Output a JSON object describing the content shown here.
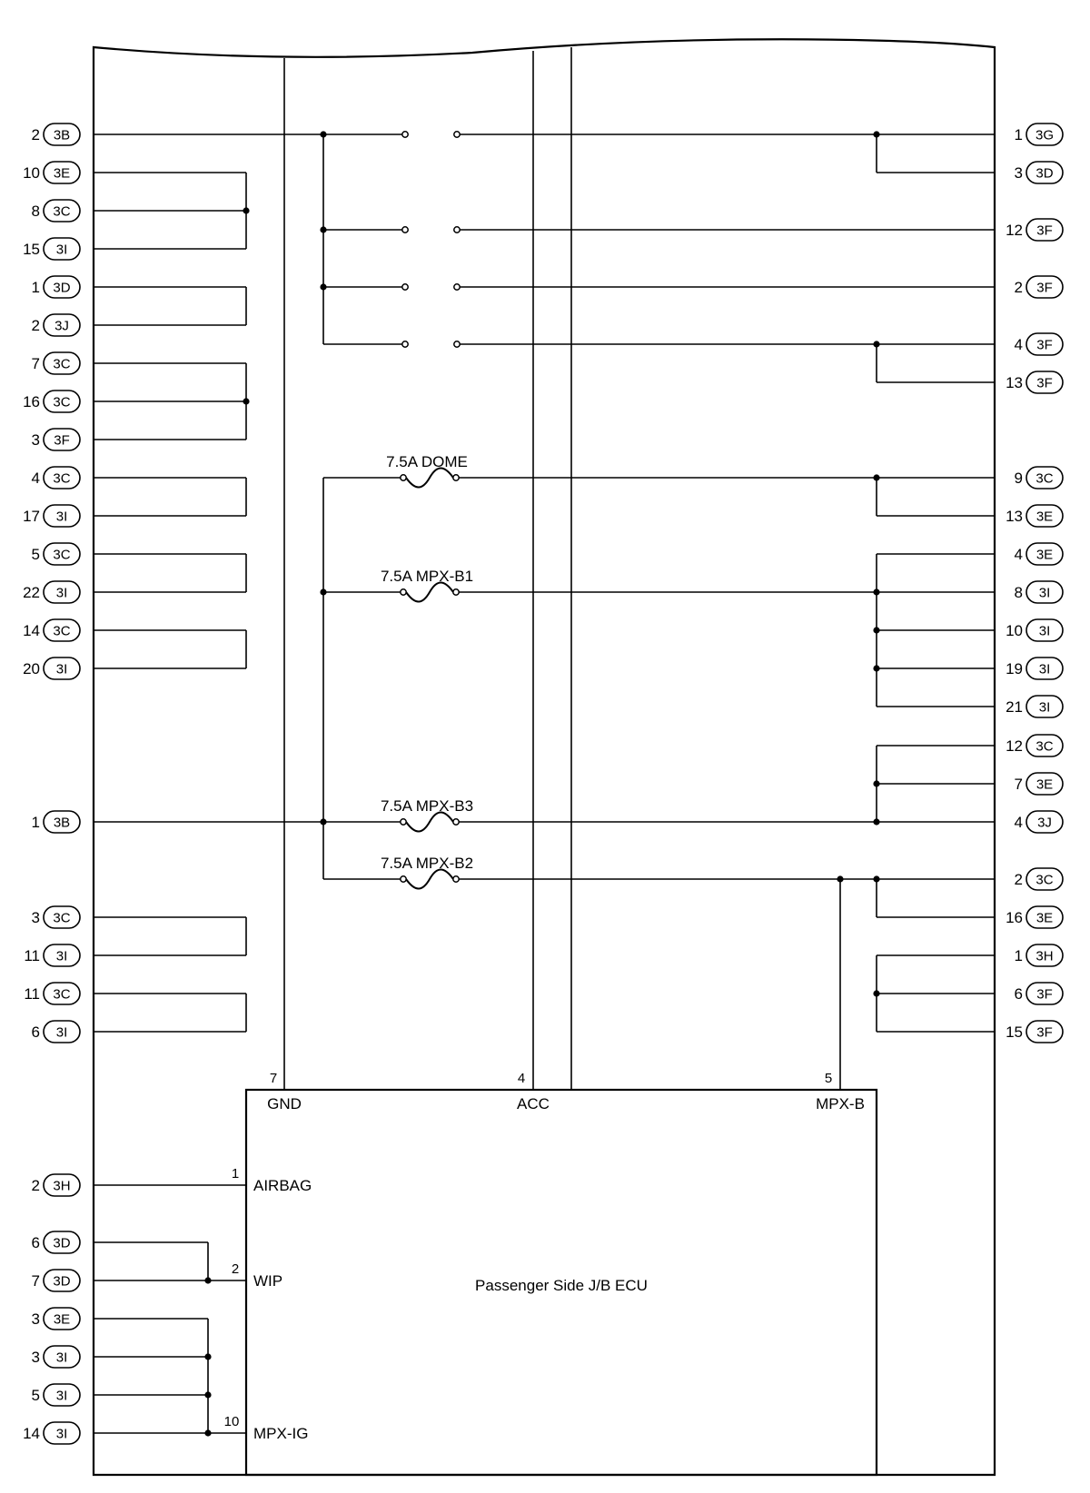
{
  "left_connectors": [
    {
      "num": "2",
      "code": "3B"
    },
    {
      "num": "10",
      "code": "3E"
    },
    {
      "num": "8",
      "code": "3C"
    },
    {
      "num": "15",
      "code": "3I"
    },
    {
      "num": "1",
      "code": "3D"
    },
    {
      "num": "2",
      "code": "3J"
    },
    {
      "num": "7",
      "code": "3C"
    },
    {
      "num": "16",
      "code": "3C"
    },
    {
      "num": "3",
      "code": "3F"
    },
    {
      "num": "4",
      "code": "3C"
    },
    {
      "num": "17",
      "code": "3I"
    },
    {
      "num": "5",
      "code": "3C"
    },
    {
      "num": "22",
      "code": "3I"
    },
    {
      "num": "14",
      "code": "3C"
    },
    {
      "num": "20",
      "code": "3I"
    },
    {
      "num": "1",
      "code": "3B"
    },
    {
      "num": "3",
      "code": "3C"
    },
    {
      "num": "11",
      "code": "3I"
    },
    {
      "num": "11",
      "code": "3C"
    },
    {
      "num": "6",
      "code": "3I"
    },
    {
      "num": "2",
      "code": "3H"
    },
    {
      "num": "6",
      "code": "3D"
    },
    {
      "num": "7",
      "code": "3D"
    },
    {
      "num": "3",
      "code": "3E"
    },
    {
      "num": "3",
      "code": "3I"
    },
    {
      "num": "5",
      "code": "3I"
    },
    {
      "num": "14",
      "code": "3I"
    }
  ],
  "right_connectors": [
    {
      "num": "1",
      "code": "3G"
    },
    {
      "num": "3",
      "code": "3D"
    },
    {
      "num": "12",
      "code": "3F"
    },
    {
      "num": "2",
      "code": "3F"
    },
    {
      "num": "4",
      "code": "3F"
    },
    {
      "num": "13",
      "code": "3F"
    },
    {
      "num": "9",
      "code": "3C"
    },
    {
      "num": "13",
      "code": "3E"
    },
    {
      "num": "4",
      "code": "3E"
    },
    {
      "num": "8",
      "code": "3I"
    },
    {
      "num": "10",
      "code": "3I"
    },
    {
      "num": "19",
      "code": "3I"
    },
    {
      "num": "21",
      "code": "3I"
    },
    {
      "num": "12",
      "code": "3C"
    },
    {
      "num": "7",
      "code": "3E"
    },
    {
      "num": "4",
      "code": "3J"
    },
    {
      "num": "2",
      "code": "3C"
    },
    {
      "num": "16",
      "code": "3E"
    },
    {
      "num": "1",
      "code": "3H"
    },
    {
      "num": "6",
      "code": "3F"
    },
    {
      "num": "15",
      "code": "3F"
    }
  ],
  "fuses": {
    "dome": "7.5A DOME",
    "mpx_b1": "7.5A MPX-B1",
    "mpx_b3": "7.5A MPX-B3",
    "mpx_b2": "7.5A MPX-B2"
  },
  "ecu": {
    "title": "Passenger Side J/B ECU",
    "gnd_pin": "7",
    "gnd_label": "GND",
    "acc_pin": "4",
    "acc_label": "ACC",
    "mpxb_pin": "5",
    "mpxb_label": "MPX-B",
    "airbag_pin": "1",
    "airbag_label": "AIRBAG",
    "wip_pin": "2",
    "wip_label": "WIP",
    "mpxig_pin": "10",
    "mpxig_label": "MPX-IG"
  }
}
